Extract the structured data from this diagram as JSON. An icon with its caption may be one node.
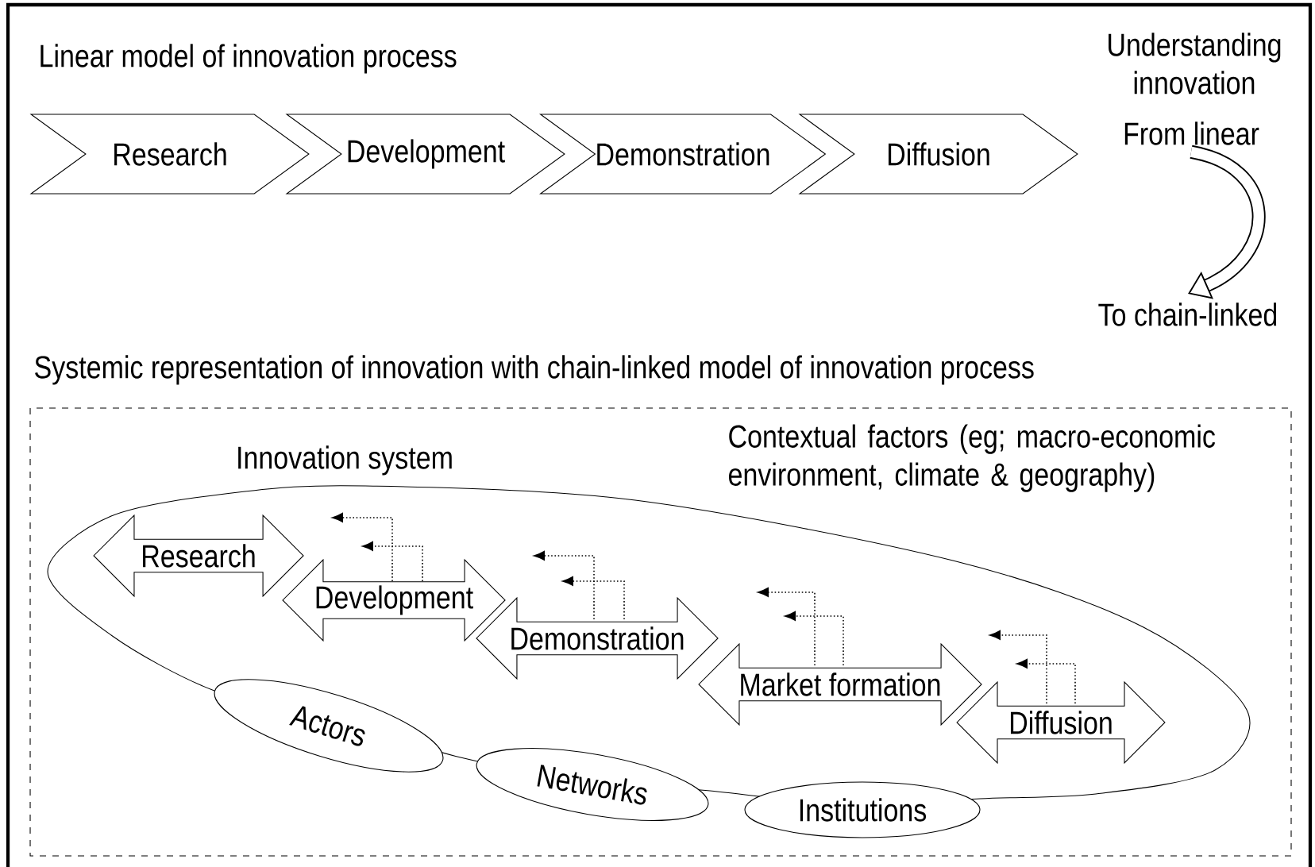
{
  "diagram": {
    "nodes": [
      {
        "text": [
          "Research"
        ]
      },
      {
        "text": [
          "Development"
        ]
      },
      {
        "text": [
          "Demonstration"
        ]
      },
      {
        "text": [
          "Diffusion"
        ]
      },
      {
        "text": [
          "From linear"
        ]
      },
      {
        "text": [
          "To chain-linked"
        ]
      },
      {
        "text": [
          "Contextual factors (eg; macro-economic environment, climate & geography)"
        ]
      },
      {
        "text": [
          "Innovation system"
        ],
        "in": 6
      },
      {
        "text": [
          "Research"
        ],
        "in": 7
      },
      {
        "text": [
          "Development"
        ],
        "in": 7
      },
      {
        "text": [
          "Demonstration"
        ],
        "in": 7
      },
      {
        "text": [
          "Market formation"
        ],
        "in": 7
      },
      {
        "text": [
          "Diffusion"
        ],
        "in": 7
      },
      {
        "text": [
          "Actors"
        ],
        "in": 6
      },
      {
        "text": [
          "Networks"
        ],
        "in": 6
      },
      {
        "text": [
          "Institutions"
        ],
        "in": 6
      }
    ],
    "edges": [
      {
        "from": 4,
        "to": 5,
        "arrow": "to",
        "style": "thick"
      },
      {
        "from": 9,
        "to": null,
        "arrow": "to",
        "style": "dashed"
      },
      {
        "from": 9,
        "to": null,
        "arrow": "to",
        "style": "dashed"
      },
      {
        "from": 10,
        "to": null,
        "arrow": "to",
        "style": "dashed"
      },
      {
        "from": 10,
        "to": null,
        "arrow": "to",
        "style": "dashed"
      },
      {
        "from": 11,
        "to": null,
        "arrow": "to",
        "style": "dashed"
      },
      {
        "from": 11,
        "to": null,
        "arrow": "to",
        "style": "dashed"
      },
      {
        "from": 12,
        "to": null,
        "arrow": "to",
        "style": "dashed"
      },
      {
        "from": 12,
        "to": null,
        "arrow": "to",
        "style": "dashed"
      }
    ],
    "labels": [
      "Linear model of innovation process",
      "Understanding innovation",
      "Systemic representation of innovation with chain-linked model of innovation process"
    ]
  }
}
